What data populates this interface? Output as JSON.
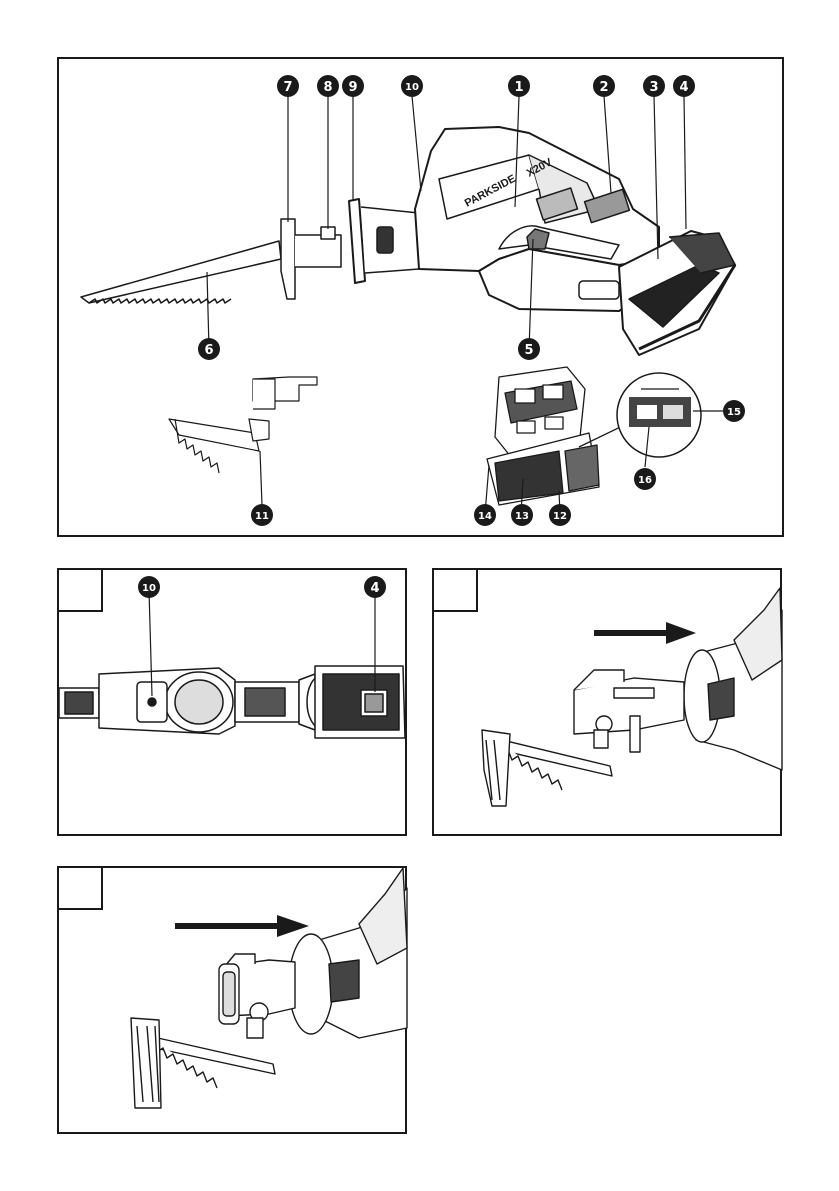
{
  "figure_main": {
    "callouts": [
      {
        "id": "c7",
        "label": "7"
      },
      {
        "id": "c8",
        "label": "8"
      },
      {
        "id": "c9",
        "label": "9"
      },
      {
        "id": "c10",
        "label": "10"
      },
      {
        "id": "c1",
        "label": "1"
      },
      {
        "id": "c2",
        "label": "2"
      },
      {
        "id": "c3",
        "label": "3"
      },
      {
        "id": "c4",
        "label": "4"
      },
      {
        "id": "c6",
        "label": "6"
      },
      {
        "id": "c5",
        "label": "5"
      },
      {
        "id": "c11",
        "label": "11"
      },
      {
        "id": "c14",
        "label": "14"
      },
      {
        "id": "c13",
        "label": "13"
      },
      {
        "id": "c12",
        "label": "12"
      },
      {
        "id": "c15",
        "label": "15"
      },
      {
        "id": "c16",
        "label": "16"
      }
    ],
    "brand_text": "PARKSIDE",
    "model_text": "X20V"
  },
  "figure_a": {
    "label": "",
    "callouts": [
      {
        "label": "10"
      },
      {
        "label": "4"
      }
    ]
  },
  "figure_b": {
    "label": ""
  },
  "figure_c": {
    "label": ""
  },
  "colors": {
    "ink": "#1a1a1a",
    "paper": "#ffffff",
    "gray": "#9a9a9a"
  }
}
